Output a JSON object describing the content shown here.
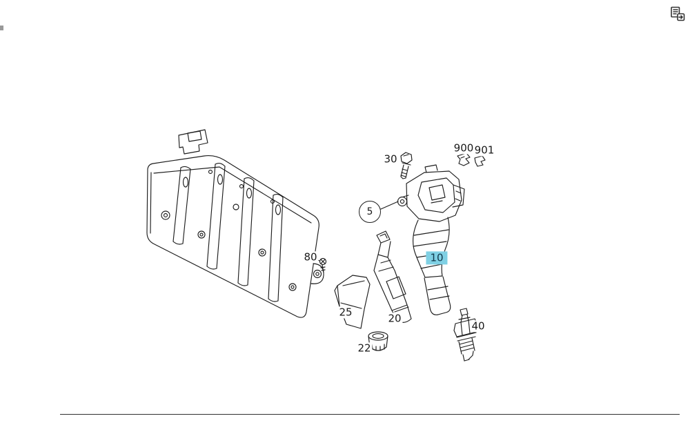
{
  "header": {
    "export_icon": "print-page-icon"
  },
  "diagram": {
    "type": "exploded-parts-diagram",
    "line_color": "#1c1c1c",
    "highlight_color": "#7fd0e4",
    "highlight_text_color": "#12384a",
    "highlighted_part": "10",
    "labels": {
      "p5": "5",
      "p10": "10",
      "p20": "20",
      "p22": "22",
      "p25": "25",
      "p30": "30",
      "p40": "40",
      "p80": "80",
      "p900": "900",
      "p901": "901"
    }
  },
  "footer": {
    "divider_color": "#2e2e2e"
  }
}
